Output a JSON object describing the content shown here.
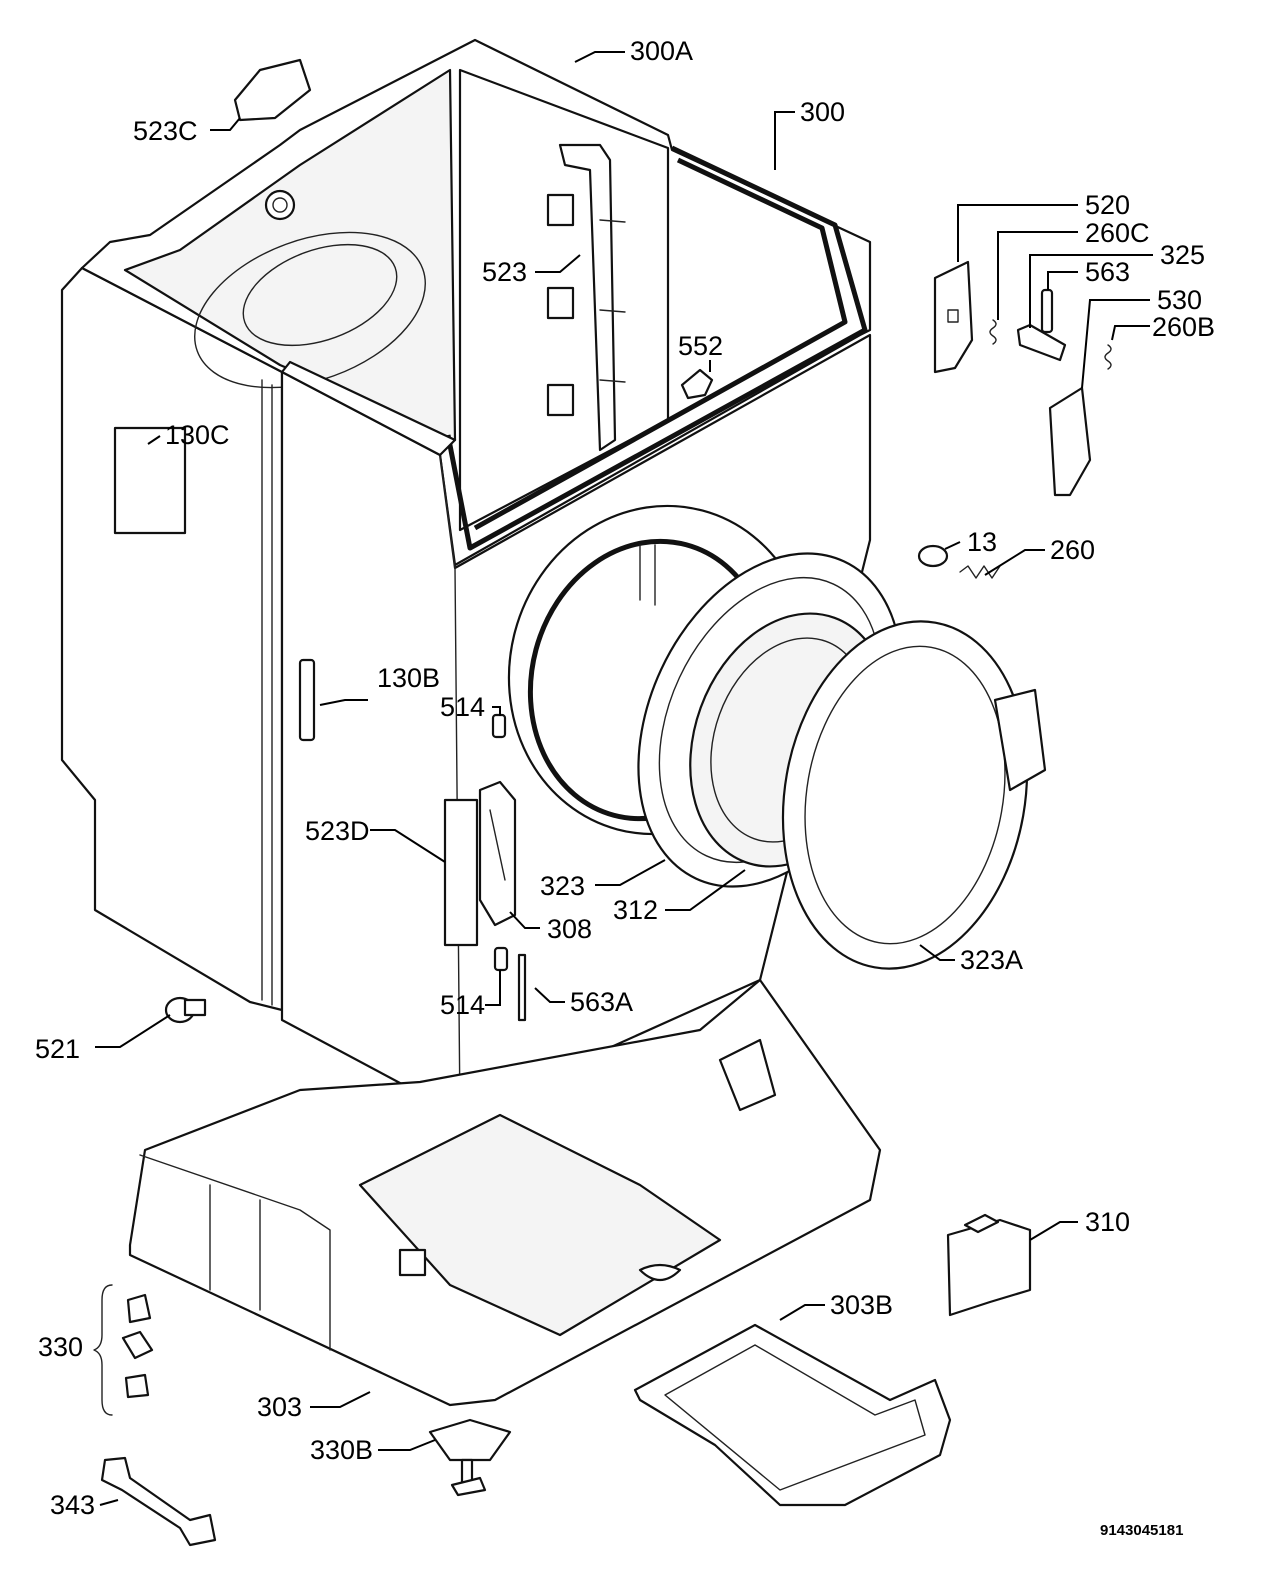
{
  "labels": {
    "l300A": "300A",
    "l300": "300",
    "l523C": "523C",
    "l523": "523",
    "l552": "552",
    "l520": "520",
    "l260C": "260C",
    "l325": "325",
    "l563": "563",
    "l530": "530",
    "l260B": "260B",
    "l130C": "130C",
    "l13": "13",
    "l260": "260",
    "l130B": "130B",
    "l514a": "514",
    "l523D": "523D",
    "l323": "323",
    "l312": "312",
    "l308": "308",
    "l323A": "323A",
    "l514b": "514",
    "l563A": "563A",
    "l521": "521",
    "l310": "310",
    "l303B": "303B",
    "l330": "330",
    "l303": "303",
    "l330B": "330B",
    "l343": "343"
  },
  "document_number": "9143045181"
}
